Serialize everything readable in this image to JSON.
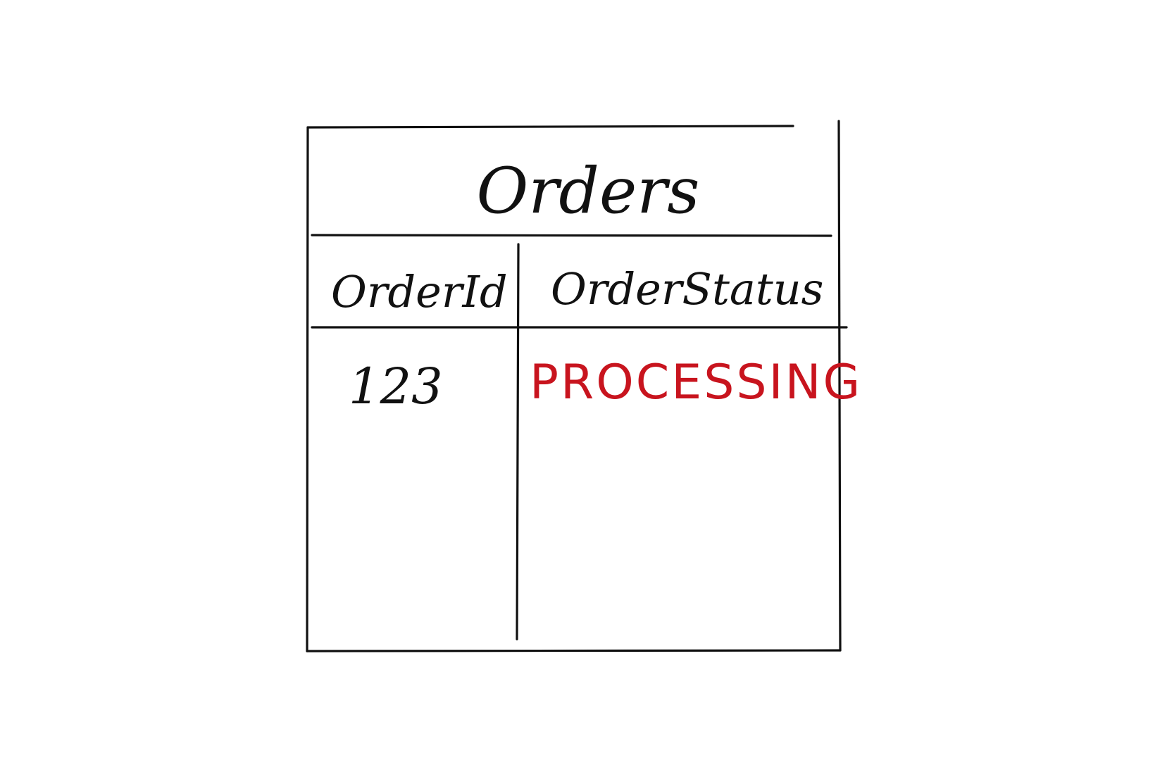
{
  "table": {
    "title": "Orders",
    "columns": [
      "OrderId",
      "OrderStatus"
    ],
    "rows": [
      {
        "order_id": "123",
        "order_status": "PROCESSING"
      }
    ]
  },
  "colors": {
    "ink": "#111111",
    "status": "#c8141e",
    "background": "#ffffff"
  }
}
